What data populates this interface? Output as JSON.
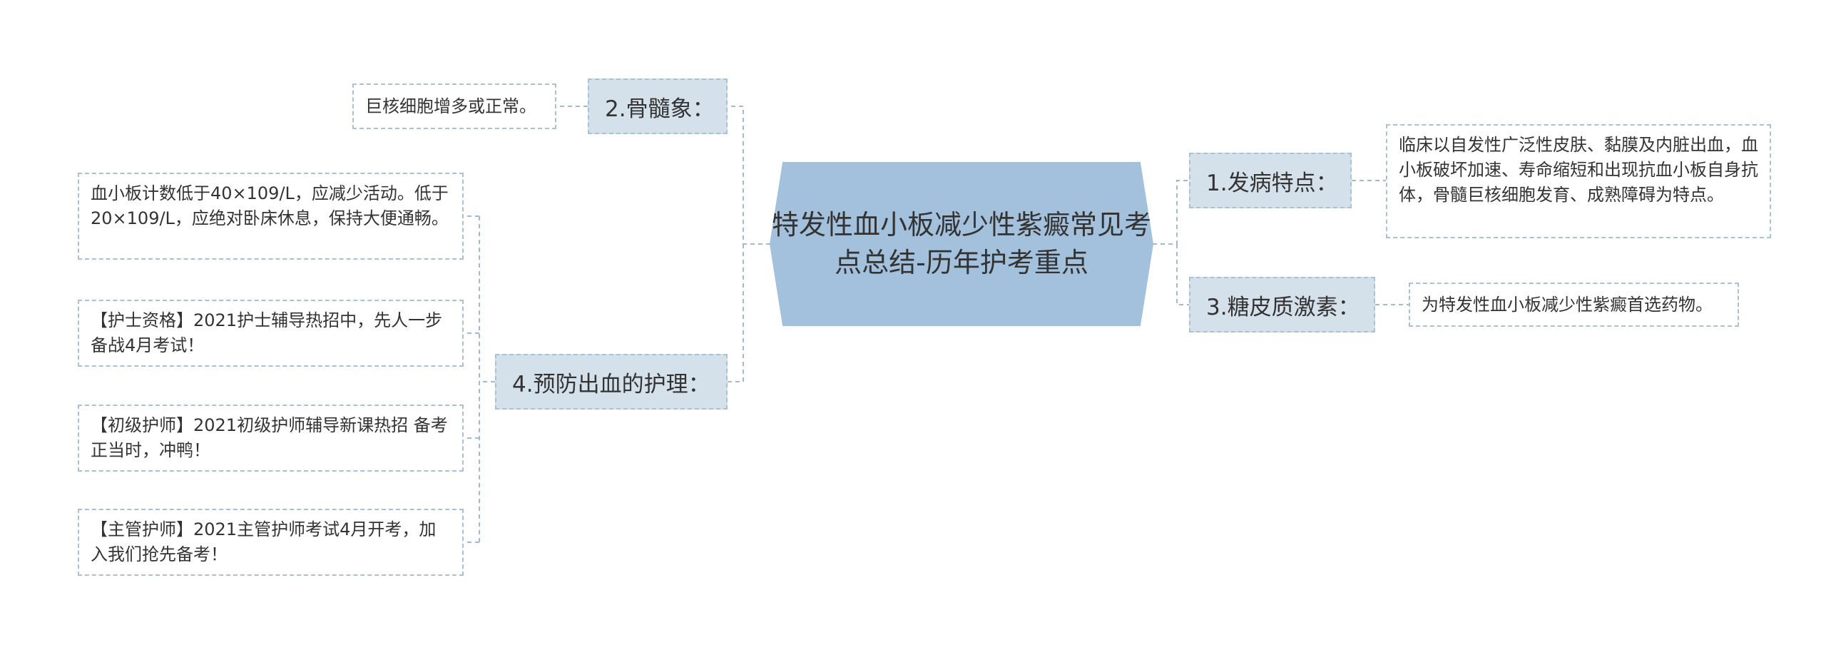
{
  "root": {
    "title": "特发性血小板减少性紫癜常见考点总结-历年护考重点"
  },
  "branches": {
    "b1": {
      "label": "1.发病特点：",
      "leaves": [
        "临床以自发性广泛性皮肤、黏膜及内脏出血，血小板破坏加速、寿命缩短和出现抗血小板自身抗体，骨髓巨核细胞发育、成熟障碍为特点。"
      ]
    },
    "b2": {
      "label": "2.骨髓象：",
      "leaves": [
        "巨核细胞增多或正常。"
      ]
    },
    "b3": {
      "label": "3.糖皮质激素：",
      "leaves": [
        "为特发性血小板减少性紫癜首选药物。"
      ]
    },
    "b4": {
      "label": "4.预防出血的护理：",
      "leaves": [
        "血小板计数低于40×109/L，应减少活动。低于20×109/L，应绝对卧床休息，保持大便通畅。",
        "【护士资格】2021护士辅导热招中，先人一步备战4月考试！",
        "【初级护师】2021初级护师辅导新课热招 备考正当时，冲鸭！",
        "【主管护师】2021主管护师考试4月开考，加入我们抢先备考！"
      ]
    }
  },
  "colors": {
    "root_fill": "#a3c1dc",
    "branch_fill": "#d5e1ea",
    "border": "#a8c1d3",
    "line": "#9fbbd0",
    "text": "#333333"
  }
}
